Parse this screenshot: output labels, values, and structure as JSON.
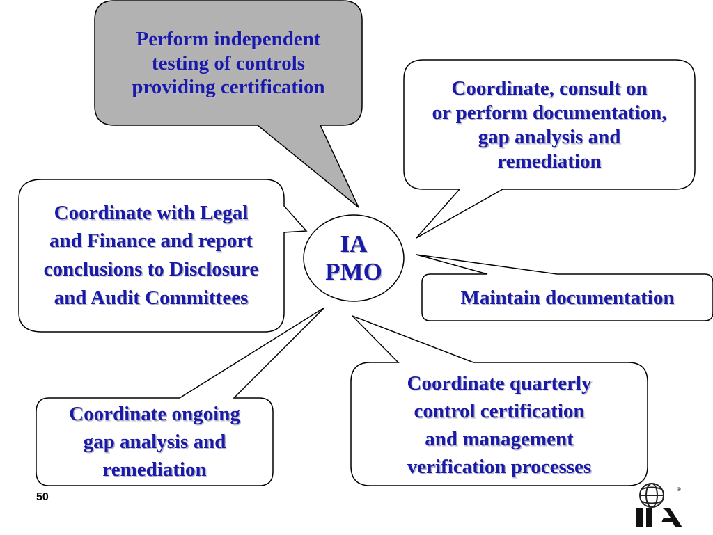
{
  "center": {
    "label": "IA\nPMO"
  },
  "callouts": {
    "testing": "Perform independent\ntesting of controls\nproviding certification",
    "documentation_consult": "Coordinate, consult on\nor perform documentation,\ngap analysis and\nremediation",
    "legal_finance": "Coordinate with Legal\nand Finance and report\nconclusions to Disclosure\nand Audit Committees",
    "maintain": "Maintain documentation",
    "quarterly": "Coordinate quarterly\ncontrol certification\nand management\nverification processes",
    "ongoing_gap": "Coordinate ongoing\ngap analysis and\nremediation"
  },
  "colors": {
    "text": "#1a1aa8",
    "shaded_callout_fill": "#b2b2b2",
    "callout_fill": "#ffffff",
    "outline": "#000000"
  },
  "footer": {
    "page_number": "50"
  },
  "logo": {
    "icon": "ia-globe-logo-icon",
    "text": "IIA",
    "mark": "®"
  }
}
